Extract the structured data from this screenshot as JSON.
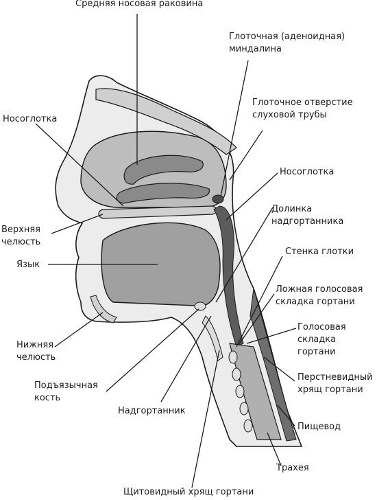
{
  "labels": {
    "middle_turbinate": "Средняя носовая раковина",
    "adenoid": "Глоточная (аденоидная)\nминдалина",
    "eustachian": "Глоточное отверстие\nслуховой трубы",
    "nasopharynx_left": "Носоглотка",
    "nasopharynx_right": "Носоглотка",
    "vallecula": "Долинка\nнадгортанника",
    "maxilla": "Верхняя\nчелюсть",
    "pharynx_wall": "Стенка глотки",
    "tongue": "Язык",
    "false_vocal_fold": "Ложная голосовая\nскладка гортани",
    "vocal_fold": "Голосовая\nскладка\nгортани",
    "mandible": "Нижняя\nчелюсть",
    "cricoid": "Перстневидный\nхрящ гортани",
    "hyoid": "Подъязычная\nкость",
    "epiglottis": "Надгортанник",
    "esophagus": "Пищевод",
    "trachea": "Трахея",
    "thyroid_cartilage": "Щитовидный хрящ гортани"
  },
  "colors": {
    "line": "#1a1a1a",
    "fill_light": "#d9d9d9",
    "fill_mid": "#a6a6a6",
    "fill_dark": "#5c5c5c",
    "bone": "#c4c4c4"
  }
}
